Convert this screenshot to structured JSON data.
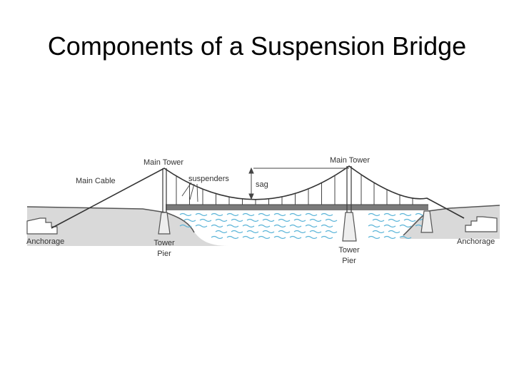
{
  "slide": {
    "title": "Components of a Suspension Bridge"
  },
  "diagram": {
    "labels": {
      "main_tower_left": "Main Tower",
      "main_tower_right": "Main Tower",
      "main_cable": "Main Cable",
      "suspenders": "suspenders",
      "sag": "sag",
      "anchorage_left": "Anchorage",
      "anchorage_right": "Anchorage",
      "tower_pier_left_1": "Tower",
      "tower_pier_left_2": "Pier",
      "tower_pier_right_1": "Tower",
      "tower_pier_right_2": "Pier"
    },
    "colors": {
      "water": "#5ab4d8",
      "deck": "#7a7a7a",
      "ground": "#bfbfbf",
      "line": "#444444"
    }
  }
}
